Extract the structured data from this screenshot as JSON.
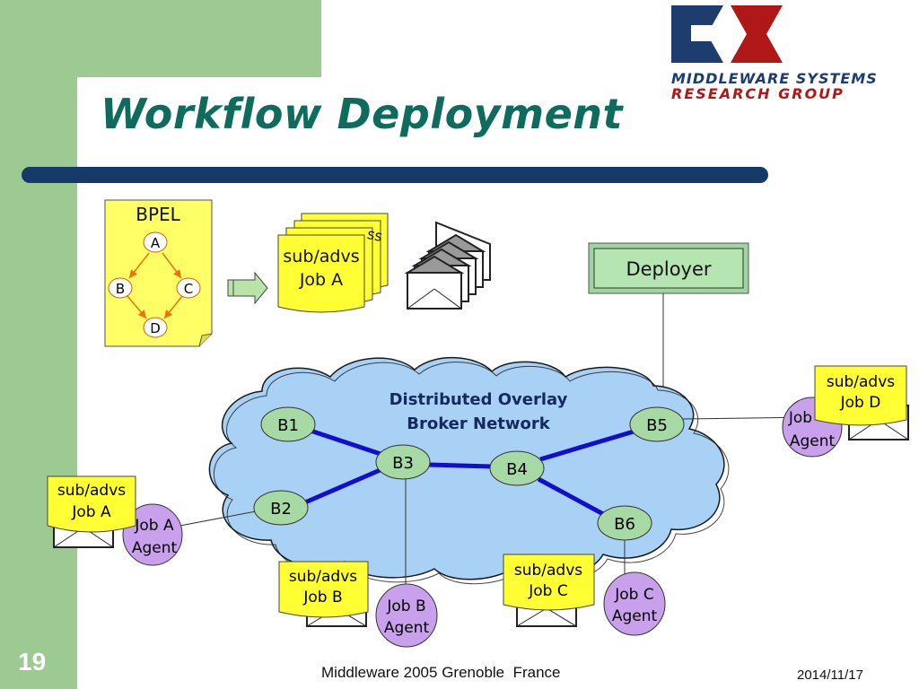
{
  "slide": {
    "title": "Workflow Deployment",
    "page_number": "19",
    "footer_center": "Middleware 2005 Grenoble  France",
    "footer_right": "2014/11/17"
  },
  "logo": {
    "line1": "MIDDLEWARE SYSTEMS",
    "line2": "RESEARCH GROUP",
    "colors": {
      "navy": "#1c3d6e",
      "red": "#b01818"
    }
  },
  "bpel": {
    "label": "BPEL",
    "nodes": [
      "A",
      "B",
      "C",
      "D"
    ]
  },
  "sub_advs_stack": {
    "line1": "sub/advs",
    "line2": "Job A",
    "peek": "ss"
  },
  "deployer": {
    "label": "Deployer"
  },
  "cloud": {
    "line1": "Distributed Overlay",
    "line2": "Broker Network"
  },
  "brokers": [
    "B1",
    "B2",
    "B3",
    "B4",
    "B5",
    "B6"
  ],
  "agents": {
    "job_a": {
      "line1": "Job A",
      "line2": "Agent"
    },
    "job_b": {
      "line1": "Job B",
      "line2": "Agent"
    },
    "job_c": {
      "line1": "Job C",
      "line2": "Agent"
    },
    "job_d": {
      "line1": "Job",
      "line2": "Agent"
    }
  },
  "notes": {
    "job_a": {
      "line1": "sub/advs",
      "line2": "Job A"
    },
    "job_b": {
      "line1": "sub/advs",
      "line2": "Job B"
    },
    "job_c": {
      "line1": "sub/advs",
      "line2": "Job C"
    },
    "job_d": {
      "line1": "sub/advs",
      "line2": "Job D"
    }
  },
  "colors": {
    "background_green": "#9dca93",
    "title_teal": "#0f6b5e",
    "rule_navy": "#153a6a",
    "note_yellow": "#ffff33",
    "broker_green": "#a6d9a4",
    "agent_purple": "#c9a0ec",
    "cloud_blue": "#a9d0f5",
    "link_blue": "#1010cc"
  }
}
